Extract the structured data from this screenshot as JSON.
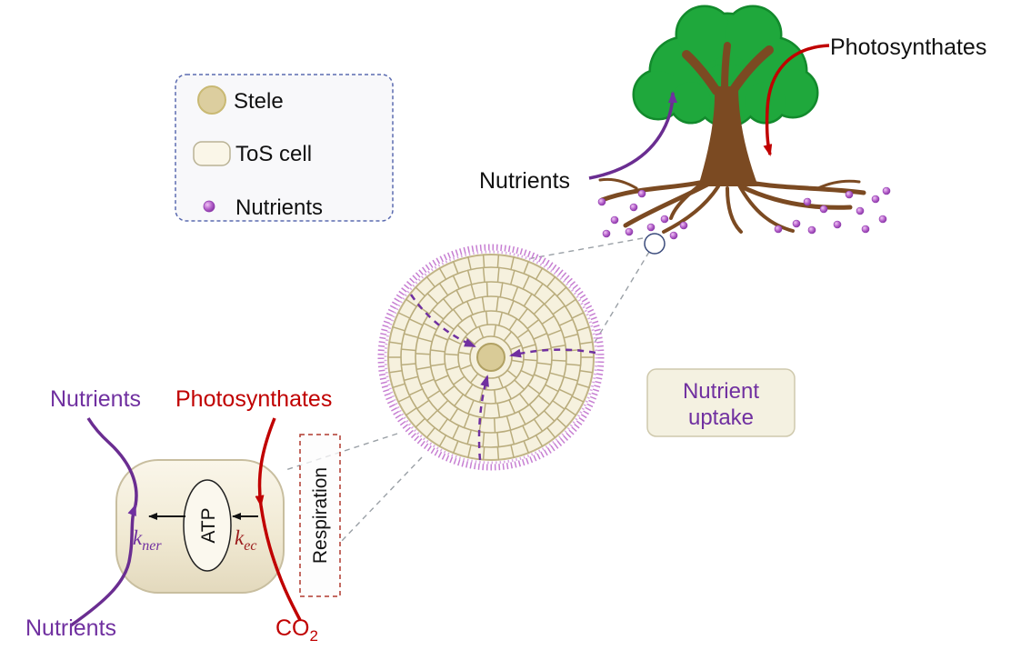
{
  "figure": {
    "legend": {
      "items": [
        {
          "id": "stele",
          "label": "Stele"
        },
        {
          "id": "tos-cell",
          "label": "ToS cell"
        },
        {
          "id": "nutrients",
          "label": "Nutrients"
        }
      ]
    },
    "tree": {
      "photosynthates": "Photosynthates",
      "nutrients": "Nutrients"
    },
    "uptake_box": {
      "line1": "Nutrient",
      "line2": "uptake"
    },
    "cell": {
      "nutrients_in": "Nutrients",
      "nutrients_out": "Nutrients",
      "photosynthates": "Photosynthates",
      "co2_base": "CO",
      "co2_sub": "2",
      "atp": "ATP",
      "k_ner_base": "k",
      "k_ner_sub": "ner",
      "k_ec_base": "k",
      "k_ec_sub": "ec",
      "respiration": "Respiration"
    },
    "colors": {
      "purple": "#7030A0",
      "red": "#C00000",
      "dark_red": "#9B1B1B",
      "canopy_green": "#1FA83C",
      "trunk_brown": "#7B4A22",
      "cell_cream": "#F6F1DE",
      "cell_wall_tan": "#B9AC7C",
      "stele_tan": "#D9CB97",
      "legend_border_blue": "#5B6BB0",
      "connector_gray": "#9AA0A6",
      "nutrient_dot_purple": "#A94FC2"
    }
  }
}
